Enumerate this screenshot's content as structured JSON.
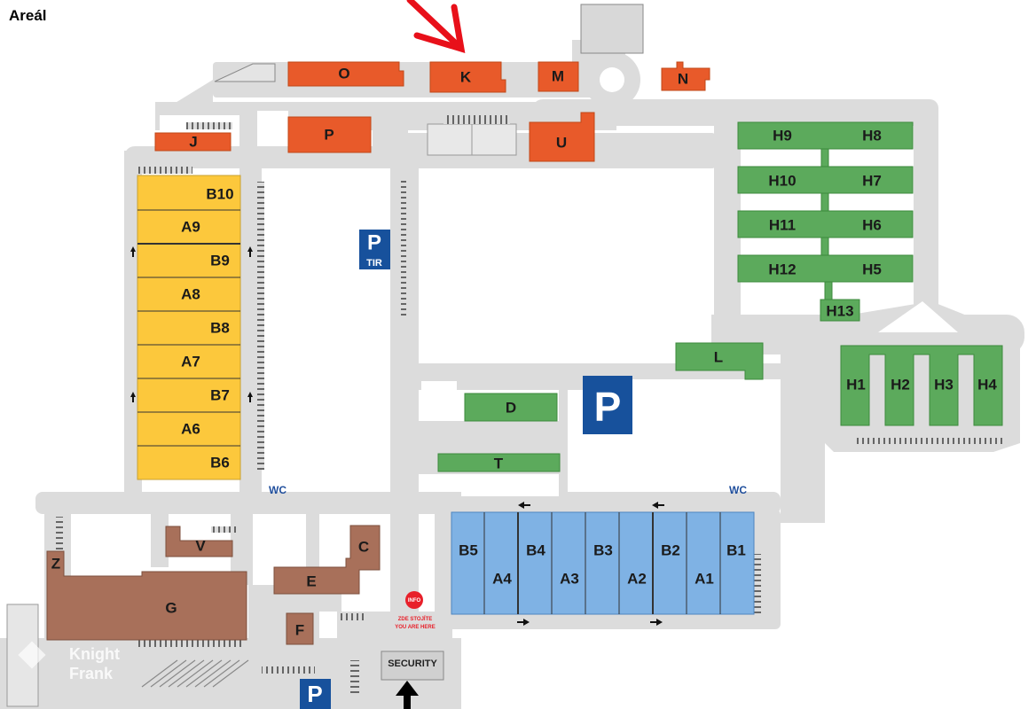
{
  "title": "Areál",
  "colors": {
    "road": "#dcdcdc",
    "orange": "#e85a2a",
    "yellow": "#fcc83c",
    "green": "#5caa5c",
    "blue": "#7fb2e4",
    "brown": "#a8705a",
    "parking": "#17519c",
    "info": "#e8202a",
    "arrow": "#e8101a"
  },
  "buildings": {
    "O": "O",
    "K": "K",
    "M": "M",
    "N": "N",
    "J": "J",
    "P": "P",
    "U": "U",
    "B10": "B10",
    "A9": "A9",
    "B9": "B9",
    "A8": "A8",
    "B8": "B8",
    "A7": "A7",
    "B7": "B7",
    "A6": "A6",
    "B6": "B6",
    "H9": "H9",
    "H8": "H8",
    "H10": "H10",
    "H7": "H7",
    "H11": "H11",
    "H6": "H6",
    "H12": "H12",
    "H5": "H5",
    "H13": "H13",
    "L": "L",
    "H1": "H1",
    "H2": "H2",
    "H3": "H3",
    "H4": "H4",
    "D": "D",
    "T": "T",
    "B5": "B5",
    "A4": "A4",
    "B4": "B4",
    "A3": "A3",
    "B3": "B3",
    "A2": "A2",
    "B2": "B2",
    "A1": "A1",
    "B1": "B1",
    "Z": "Z",
    "V": "V",
    "G": "G",
    "C": "C",
    "E": "E",
    "F": "F"
  },
  "labels": {
    "wc": "WC",
    "parking": "P",
    "tir": "TIR",
    "info": "INFO",
    "you_are_here_1": "ZDE STOJÍTE",
    "you_are_here_2": "YOU ARE HERE",
    "security": "SECURITY",
    "watermark_1": "Knight",
    "watermark_2": "Frank"
  }
}
